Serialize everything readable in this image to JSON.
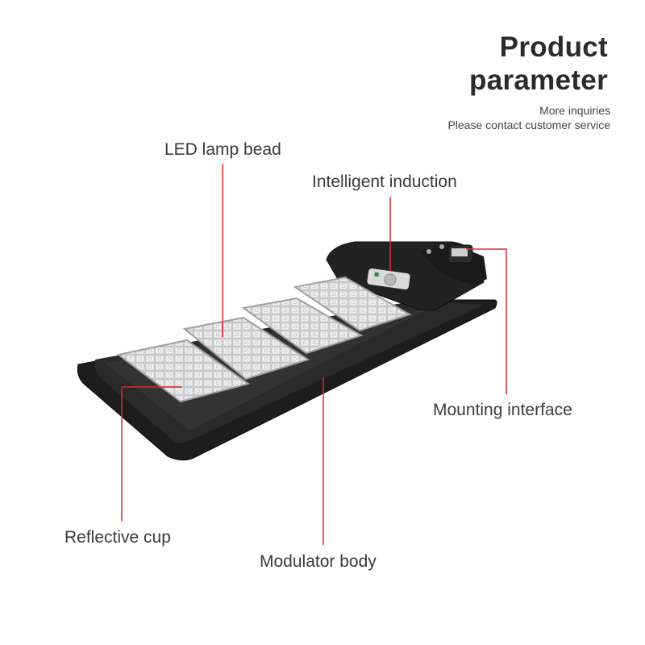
{
  "header": {
    "title_line1": "Product",
    "title_line2": "parameter",
    "subtitle_line1": "More inquiries",
    "subtitle_line2": "Please contact customer service"
  },
  "labels": {
    "led_lamp_bead": "LED lamp bead",
    "intelligent_induction": "Intelligent induction",
    "mounting_interface": "Mounting interface",
    "reflective_cup": "Reflective cup",
    "modulator_body": "Modulator body"
  },
  "colors": {
    "accent_line": "#e0282d",
    "lamp_body": "#1e1e1e",
    "led_panel": "#dcdcdc"
  }
}
